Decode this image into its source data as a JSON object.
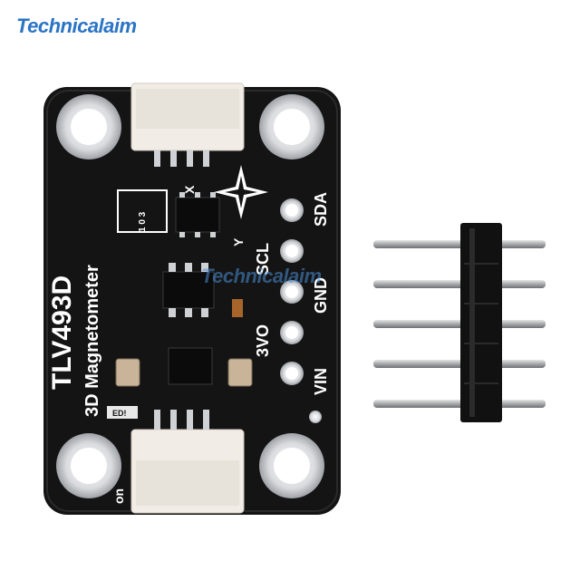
{
  "brand": {
    "logo_text": "Technicalaim",
    "watermark_text": "Technicalaim"
  },
  "board": {
    "title": "TLV493D",
    "subtitle": "3D Magnetometer",
    "chip_marking": "1 0 3",
    "led_label": "ED!",
    "switch_label": "on",
    "axis_labels": {
      "x": "X",
      "y": "Y"
    },
    "pins": [
      "SDA",
      "SCL",
      "GND",
      "3VO",
      "VIN"
    ],
    "colors": {
      "pcb": "#141414",
      "silkscreen": "#ffffff",
      "connector": "#f1ede6",
      "pad": "#cfd1d4"
    }
  },
  "header_pins": {
    "count": 5,
    "color_housing": "#111111",
    "color_pin": "#b9b9bb"
  }
}
